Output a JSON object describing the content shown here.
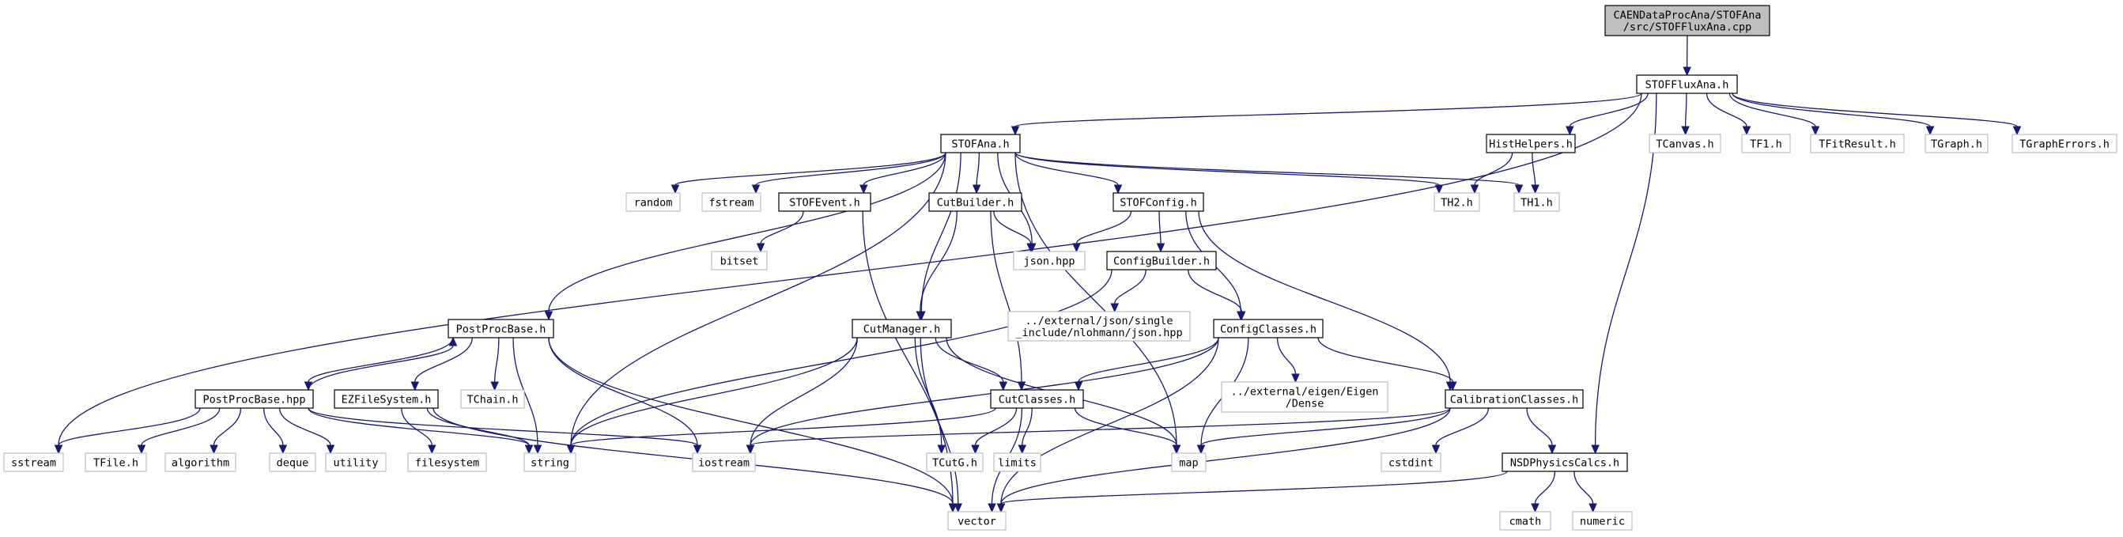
{
  "nodes": [
    {
      "id": "root",
      "lines": [
        "CAENDataProcAna/STOFAna",
        "/src/STOFFluxAna.cpp"
      ],
      "kind": "root"
    },
    {
      "id": "STOFFluxAna_h",
      "lines": [
        "STOFFluxAna.h"
      ],
      "kind": "main"
    },
    {
      "id": "STOFAna_h",
      "lines": [
        "STOFAna.h"
      ],
      "kind": "main"
    },
    {
      "id": "HistHelpers_h",
      "lines": [
        "HistHelpers.h"
      ],
      "kind": "main"
    },
    {
      "id": "TCanvas_h",
      "lines": [
        "TCanvas.h"
      ],
      "kind": "ext"
    },
    {
      "id": "TF1_h",
      "lines": [
        "TF1.h"
      ],
      "kind": "ext"
    },
    {
      "id": "TFitResult_h",
      "lines": [
        "TFitResult.h"
      ],
      "kind": "ext"
    },
    {
      "id": "TGraph_h",
      "lines": [
        "TGraph.h"
      ],
      "kind": "ext"
    },
    {
      "id": "TGraphErrors_h",
      "lines": [
        "TGraphErrors.h"
      ],
      "kind": "ext"
    },
    {
      "id": "random",
      "lines": [
        "random"
      ],
      "kind": "ext"
    },
    {
      "id": "fstream",
      "lines": [
        "fstream"
      ],
      "kind": "ext"
    },
    {
      "id": "STOFEvent_h",
      "lines": [
        "STOFEvent.h"
      ],
      "kind": "main"
    },
    {
      "id": "CutBuilder_h",
      "lines": [
        "CutBuilder.h"
      ],
      "kind": "main"
    },
    {
      "id": "STOFConfig_h",
      "lines": [
        "STOFConfig.h"
      ],
      "kind": "main"
    },
    {
      "id": "TH2_h",
      "lines": [
        "TH2.h"
      ],
      "kind": "ext"
    },
    {
      "id": "TH1_h",
      "lines": [
        "TH1.h"
      ],
      "kind": "ext"
    },
    {
      "id": "bitset",
      "lines": [
        "bitset"
      ],
      "kind": "ext"
    },
    {
      "id": "json_hpp",
      "lines": [
        "json.hpp"
      ],
      "kind": "ext"
    },
    {
      "id": "ConfigBuilder_h",
      "lines": [
        "ConfigBuilder.h"
      ],
      "kind": "main"
    },
    {
      "id": "ext_json",
      "lines": [
        "../external/json/single",
        "_include/nlohmann/json.hpp"
      ],
      "kind": "ext"
    },
    {
      "id": "PostProcBase_h",
      "lines": [
        "PostProcBase.h"
      ],
      "kind": "main"
    },
    {
      "id": "CutManager_h",
      "lines": [
        "CutManager.h"
      ],
      "kind": "main"
    },
    {
      "id": "ConfigClasses_h",
      "lines": [
        "ConfigClasses.h"
      ],
      "kind": "main"
    },
    {
      "id": "PostProcBase_hpp",
      "lines": [
        "PostProcBase.hpp"
      ],
      "kind": "main"
    },
    {
      "id": "EZFileSystem_h",
      "lines": [
        "EZFileSystem.h"
      ],
      "kind": "main"
    },
    {
      "id": "TChain_h",
      "lines": [
        "TChain.h"
      ],
      "kind": "ext"
    },
    {
      "id": "CutClasses_h",
      "lines": [
        "CutClasses.h"
      ],
      "kind": "main"
    },
    {
      "id": "ext_eigen",
      "lines": [
        "../external/eigen/Eigen",
        "/Dense"
      ],
      "kind": "ext"
    },
    {
      "id": "CalibrationClasses_h",
      "lines": [
        "CalibrationClasses.h"
      ],
      "kind": "main"
    },
    {
      "id": "sstream",
      "lines": [
        "sstream"
      ],
      "kind": "ext"
    },
    {
      "id": "TFile_h",
      "lines": [
        "TFile.h"
      ],
      "kind": "ext"
    },
    {
      "id": "algorithm",
      "lines": [
        "algorithm"
      ],
      "kind": "ext"
    },
    {
      "id": "deque",
      "lines": [
        "deque"
      ],
      "kind": "ext"
    },
    {
      "id": "utility",
      "lines": [
        "utility"
      ],
      "kind": "ext"
    },
    {
      "id": "filesystem",
      "lines": [
        "filesystem"
      ],
      "kind": "ext"
    },
    {
      "id": "string",
      "lines": [
        "string"
      ],
      "kind": "ext"
    },
    {
      "id": "iostream",
      "lines": [
        "iostream"
      ],
      "kind": "ext"
    },
    {
      "id": "TCutG_h",
      "lines": [
        "TCutG.h"
      ],
      "kind": "ext"
    },
    {
      "id": "limits",
      "lines": [
        "limits"
      ],
      "kind": "ext"
    },
    {
      "id": "map",
      "lines": [
        "map"
      ],
      "kind": "ext"
    },
    {
      "id": "cstdint",
      "lines": [
        "cstdint"
      ],
      "kind": "ext"
    },
    {
      "id": "NSDPhysicsCalcs_h",
      "lines": [
        "NSDPhysicsCalcs.h"
      ],
      "kind": "main"
    },
    {
      "id": "vector",
      "lines": [
        "vector"
      ],
      "kind": "ext"
    },
    {
      "id": "cmath",
      "lines": [
        "cmath"
      ],
      "kind": "ext"
    },
    {
      "id": "numeric",
      "lines": [
        "numeric"
      ],
      "kind": "ext"
    }
  ],
  "edges": [
    [
      "root",
      "STOFFluxAna_h"
    ],
    [
      "STOFFluxAna_h",
      "STOFAna_h"
    ],
    [
      "STOFFluxAna_h",
      "HistHelpers_h"
    ],
    [
      "STOFFluxAna_h",
      "TCanvas_h"
    ],
    [
      "STOFFluxAna_h",
      "TF1_h"
    ],
    [
      "STOFFluxAna_h",
      "TFitResult_h"
    ],
    [
      "STOFFluxAna_h",
      "TGraph_h"
    ],
    [
      "STOFFluxAna_h",
      "TGraphErrors_h"
    ],
    [
      "STOFFluxAna_h",
      "sstream"
    ],
    [
      "STOFFluxAna_h",
      "NSDPhysicsCalcs_h"
    ],
    [
      "STOFAna_h",
      "random"
    ],
    [
      "STOFAna_h",
      "fstream"
    ],
    [
      "STOFAna_h",
      "STOFEvent_h"
    ],
    [
      "STOFAna_h",
      "CutBuilder_h"
    ],
    [
      "STOFAna_h",
      "STOFConfig_h"
    ],
    [
      "STOFAna_h",
      "TH2_h"
    ],
    [
      "STOFAna_h",
      "TH1_h"
    ],
    [
      "STOFAna_h",
      "json_hpp"
    ],
    [
      "STOFAna_h",
      "PostProcBase_h"
    ],
    [
      "STOFAna_h",
      "CutManager_h"
    ],
    [
      "STOFAna_h",
      "string"
    ],
    [
      "STOFAna_h",
      "map"
    ],
    [
      "HistHelpers_h",
      "TH2_h"
    ],
    [
      "HistHelpers_h",
      "TH1_h"
    ],
    [
      "STOFEvent_h",
      "bitset"
    ],
    [
      "STOFEvent_h",
      "vector"
    ],
    [
      "CutBuilder_h",
      "json_hpp"
    ],
    [
      "CutBuilder_h",
      "CutManager_h"
    ],
    [
      "CutBuilder_h",
      "CutClasses_h"
    ],
    [
      "STOFConfig_h",
      "json_hpp"
    ],
    [
      "STOFConfig_h",
      "ConfigBuilder_h"
    ],
    [
      "STOFConfig_h",
      "ConfigClasses_h"
    ],
    [
      "STOFConfig_h",
      "CalibrationClasses_h"
    ],
    [
      "ConfigBuilder_h",
      "ext_json"
    ],
    [
      "ConfigBuilder_h",
      "ConfigClasses_h"
    ],
    [
      "ConfigBuilder_h",
      "string"
    ],
    [
      "PostProcBase_h",
      "PostProcBase_hpp"
    ],
    [
      "PostProcBase_h",
      "EZFileSystem_h"
    ],
    [
      "PostProcBase_h",
      "TChain_h"
    ],
    [
      "PostProcBase_h",
      "string"
    ],
    [
      "PostProcBase_h",
      "iostream"
    ],
    [
      "PostProcBase_h",
      "vector"
    ],
    [
      "PostProcBase_hpp",
      "PostProcBase_h"
    ],
    [
      "PostProcBase_hpp",
      "sstream"
    ],
    [
      "PostProcBase_hpp",
      "TFile_h"
    ],
    [
      "PostProcBase_hpp",
      "algorithm"
    ],
    [
      "PostProcBase_hpp",
      "deque"
    ],
    [
      "PostProcBase_hpp",
      "utility"
    ],
    [
      "PostProcBase_hpp",
      "string"
    ],
    [
      "PostProcBase_hpp",
      "iostream"
    ],
    [
      "EZFileSystem_h",
      "filesystem"
    ],
    [
      "EZFileSystem_h",
      "string"
    ],
    [
      "EZFileSystem_h",
      "vector"
    ],
    [
      "CutManager_h",
      "CutClasses_h"
    ],
    [
      "CutManager_h",
      "TCutG_h"
    ],
    [
      "CutManager_h",
      "string"
    ],
    [
      "CutManager_h",
      "iostream"
    ],
    [
      "CutManager_h",
      "vector"
    ],
    [
      "CutManager_h",
      "map"
    ],
    [
      "ConfigClasses_h",
      "CutClasses_h"
    ],
    [
      "ConfigClasses_h",
      "ext_eigen"
    ],
    [
      "ConfigClasses_h",
      "CalibrationClasses_h"
    ],
    [
      "ConfigClasses_h",
      "map"
    ],
    [
      "ConfigClasses_h",
      "vector"
    ],
    [
      "ConfigClasses_h",
      "iostream"
    ],
    [
      "CutClasses_h",
      "TCutG_h"
    ],
    [
      "CutClasses_h",
      "limits"
    ],
    [
      "CutClasses_h",
      "map"
    ],
    [
      "CutClasses_h",
      "vector"
    ],
    [
      "CutClasses_h",
      "string"
    ],
    [
      "CalibrationClasses_h",
      "NSDPhysicsCalcs_h"
    ],
    [
      "CalibrationClasses_h",
      "cstdint"
    ],
    [
      "CalibrationClasses_h",
      "map"
    ],
    [
      "CalibrationClasses_h",
      "vector"
    ],
    [
      "CalibrationClasses_h",
      "iostream"
    ],
    [
      "NSDPhysicsCalcs_h",
      "vector"
    ],
    [
      "NSDPhysicsCalcs_h",
      "cmath"
    ],
    [
      "NSDPhysicsCalcs_h",
      "numeric"
    ]
  ]
}
